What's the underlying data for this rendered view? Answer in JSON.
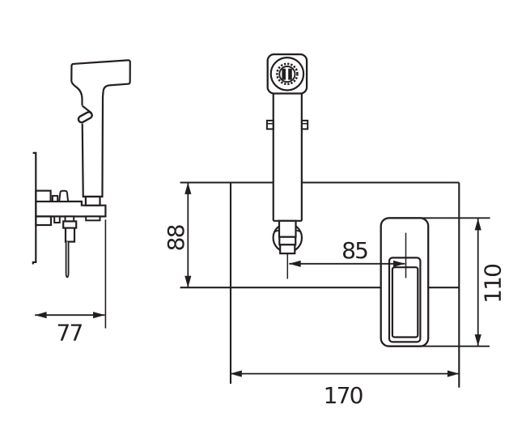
{
  "diagram": {
    "type": "technical-drawing",
    "subject": "handheld-bidet-sprayer-installation-dimensions",
    "background_color": "#ffffff",
    "line_color": "#231f20",
    "views": [
      {
        "id": "side-view",
        "description": "side elevation: sprayer on wall bracket"
      },
      {
        "id": "front-view",
        "description": "front elevation: sprayer, concealed box and holder plate"
      }
    ],
    "dimensions": {
      "bracket_depth": {
        "label": "77",
        "orientation": "horizontal"
      },
      "box_height": {
        "label": "88",
        "orientation": "vertical"
      },
      "center_offset": {
        "label": "85",
        "orientation": "horizontal"
      },
      "plate_height": {
        "label": "110",
        "orientation": "vertical"
      },
      "box_width": {
        "label": "170",
        "orientation": "horizontal"
      }
    }
  }
}
